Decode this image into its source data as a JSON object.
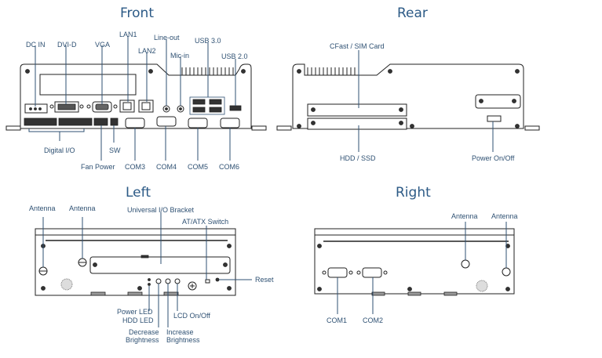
{
  "views": {
    "front": {
      "title": "Front",
      "labels": {
        "dc_in": "DC IN",
        "dvi_d": "DVI-D",
        "vga": "VGA",
        "lan1": "LAN1",
        "lan2": "LAN2",
        "line_out": "Line-out",
        "mic_in": "Mic-in",
        "usb30": "USB 3.0",
        "usb20": "USB 2.0",
        "digital_io": "Digital I/O",
        "fan_power": "Fan Power",
        "sw": "SW",
        "com3": "COM3",
        "com4": "COM4",
        "com5": "COM5",
        "com6": "COM6"
      }
    },
    "rear": {
      "title": "Rear",
      "labels": {
        "cfast_sim": "CFast / SIM Card",
        "hdd_ssd": "HDD / SSD",
        "power_onoff": "Power On/Off"
      }
    },
    "left": {
      "title": "Left",
      "labels": {
        "antenna1": "Antenna",
        "antenna2": "Antenna",
        "universal_io": "Universal I/O Bracket",
        "at_atx": "AT/ATX Switch",
        "reset": "Reset",
        "power_led": "Power LED",
        "hdd_led": "HDD LED",
        "decrease_brightness_1": "Decrease",
        "decrease_brightness_2": "Brightness",
        "increase_brightness_1": "Increase",
        "increase_brightness_2": "Brightness",
        "lcd_onoff": "LCD On/Off"
      }
    },
    "right": {
      "title": "Right",
      "labels": {
        "antenna1": "Antenna",
        "antenna2": "Antenna",
        "com1": "COM1",
        "com2": "COM2"
      }
    }
  },
  "colors": {
    "title": "#2c5a86",
    "label": "#2f5173",
    "drawing": "#222222"
  }
}
